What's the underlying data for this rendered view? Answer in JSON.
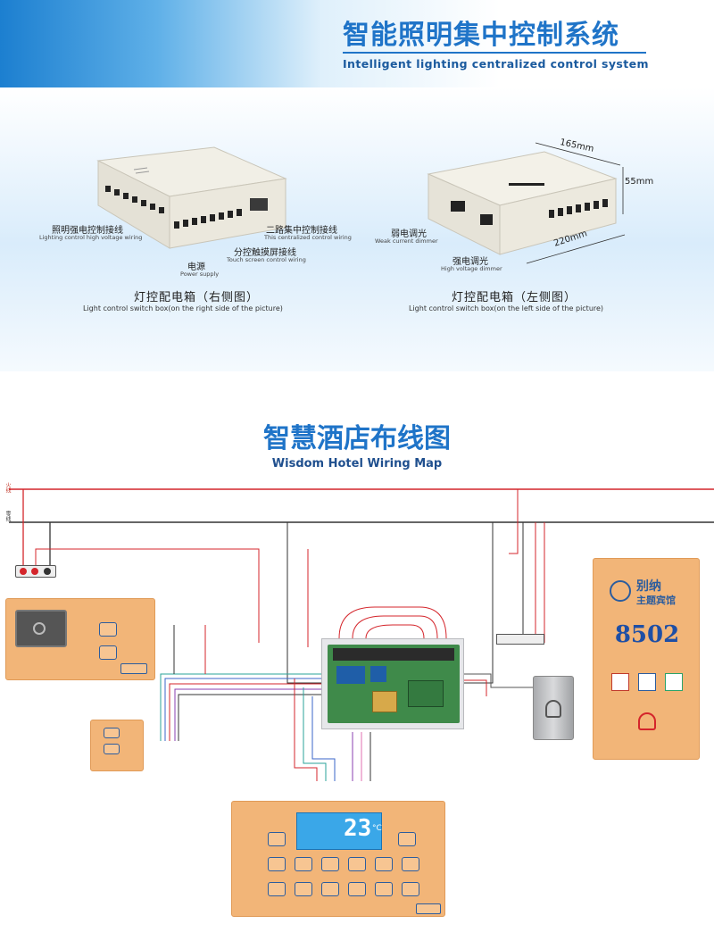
{
  "banner": {
    "title_cn": "智能照明集中控制系统",
    "title_en": "Intelligent lighting centralized control system"
  },
  "right_box": {
    "lbl_hv_cn": "照明强电控制接线",
    "lbl_hv_en": "Lighting control high voltage wiring",
    "lbl_power_cn": "电源",
    "lbl_power_en": "Power supply",
    "lbl_central_cn": "二路集中控制接线",
    "lbl_central_en": "This centralized control wiring",
    "lbl_touch_cn": "分控触摸屏接线",
    "lbl_touch_en": "Touch screen control wiring",
    "caption_cn": "灯控配电箱（右侧图）",
    "caption_en": "Light control switch box(on the right side of the picture)"
  },
  "left_box": {
    "lbl_weak_cn": "弱电调光",
    "lbl_weak_en": "Weak current dimmer",
    "lbl_strong_cn": "强电调光",
    "lbl_strong_en": "High voltage dimmer",
    "dim_width": "165mm",
    "dim_height": "55mm",
    "dim_depth": "220mm",
    "caption_cn": "灯控配电箱（左侧图）",
    "caption_en": "Light control switch box(on the left side of the picture)"
  },
  "wiring": {
    "title_cn": "智慧酒店布线图",
    "title_en": "Wisdom Hotel Wiring Map",
    "live_label": "火线",
    "neutral_label": "零线"
  },
  "doorplate": {
    "brand": "别纳",
    "hotel": "主题宾馆",
    "room_number": "8502"
  },
  "thermostat": {
    "temperature": "23",
    "unit": "°C"
  },
  "colors": {
    "live_wire": "#d4252b",
    "neutral_wire": "#333333",
    "panel_orange": "#f2b578",
    "title_blue": "#1f74c8"
  }
}
